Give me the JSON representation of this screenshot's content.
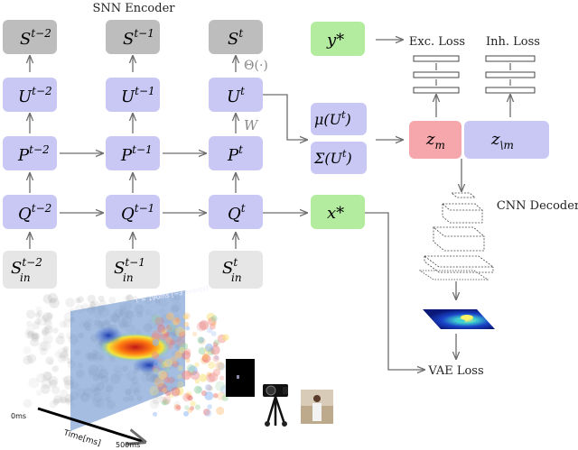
{
  "title": "SNN Encoder",
  "layers": {
    "S": [
      "S",
      "S",
      "S"
    ],
    "U": [
      "U",
      "U",
      "U"
    ],
    "P": [
      "P",
      "P",
      "P"
    ],
    "Q": [
      "Q",
      "Q",
      "Q"
    ],
    "Sin": [
      "S",
      "S",
      "S"
    ]
  },
  "superscripts": [
    "t−2",
    "t−1",
    "t"
  ],
  "subscript_in": "in",
  "theta_label": "Θ(·)",
  "w_label": "W",
  "mu_label": "μ(U",
  "sigma_label": "Σ(U",
  "y_star": "y*",
  "x_star": "x*",
  "exc_loss": "Exc. Loss",
  "inh_loss": "Inh. Loss",
  "z_m": "z",
  "z_m_sub": "m",
  "z_notm_sub": "\\m",
  "cnn_decoder": "CNN Decoder",
  "vae_loss": "VAE Loss",
  "events_caption": "T = 190ms [~3 events]",
  "time_axis": "Time[ms]",
  "t0": "0ms",
  "t_end": "500ms",
  "colors": {
    "lavender": "#c9c8f5",
    "gray": "#bdbdbd",
    "light_gray": "#e6e6e6",
    "green": "#b3ec9f",
    "red": "#f5a7ab",
    "arrow": "#6d6d6d",
    "plane": "#5a86c8"
  }
}
